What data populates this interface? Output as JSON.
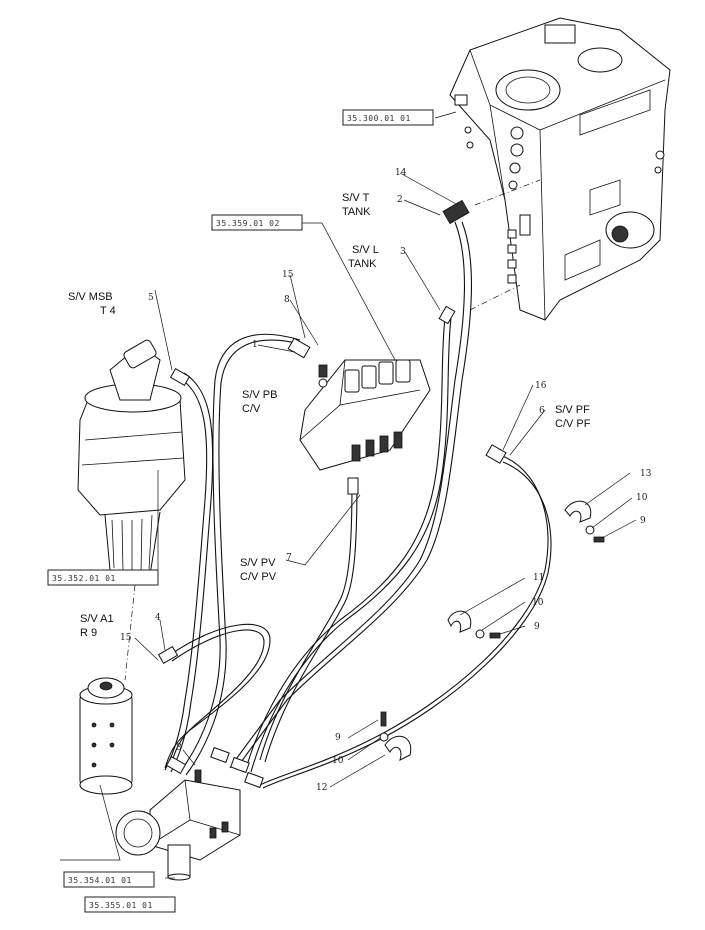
{
  "references": {
    "tank": "35.300.01 01",
    "valve": "35.359.01 02",
    "swing_motor": "35.352.01 01",
    "swivel": "35.354.01 01",
    "filter": "35.355.01 01"
  },
  "port_labels": {
    "svt": [
      "S/V T",
      "TANK"
    ],
    "svl": [
      "S/V L",
      "TANK"
    ],
    "svmsb": [
      "S/V MSB",
      "T 4"
    ],
    "svpb": [
      "S/V PB",
      "C/V"
    ],
    "svpf": [
      "S/V PF",
      "C/V PF"
    ],
    "svpv": [
      "S/V PV",
      "C/V PV"
    ],
    "sva1": [
      "S/V A1",
      "R 9"
    ]
  },
  "callouts": {
    "c14": "14",
    "c2": "2",
    "c3": "3",
    "c15a": "15",
    "c8a": "8",
    "c1": "1",
    "c5": "5",
    "c16": "16",
    "c6": "6",
    "c13": "13",
    "c10a": "10",
    "c9a": "9",
    "c7": "7",
    "c11": "11",
    "c10b": "10",
    "c9b": "9",
    "c4": "4",
    "c15b": "15",
    "c9c": "9",
    "c10c": "10",
    "c12": "12",
    "c8b": "8"
  }
}
